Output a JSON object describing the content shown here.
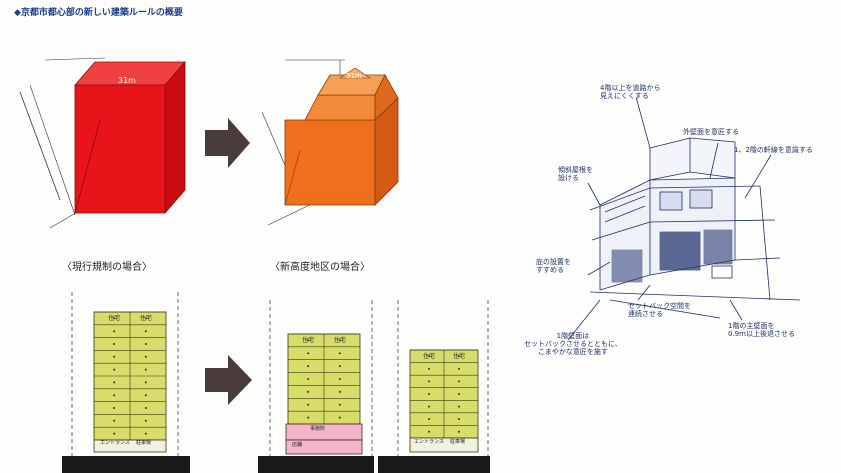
{
  "title": "◆京都市都心部の新しい建築ルールの概要",
  "captions": {
    "current": "〈現行規制の場合〉",
    "new": "〈新高度地区の場合〉"
  },
  "box_labels": {
    "current_height": "31m",
    "new_height": "31m"
  },
  "annotations": {
    "upper_floors": [
      "4階以上を道路から",
      "見えにくくする"
    ],
    "exterior_wall": "外壁面を意匠する",
    "eaves": "1、2階の軒線を意識する",
    "sloped_roof": [
      "傾斜屋根を",
      "設ける"
    ],
    "first_floor_wall": [
      "1階壁面は",
      "セットバックさせるとともに、",
      "こまやかな意匠を施す"
    ],
    "eaves_recommend": [
      "庇の設置を",
      "すすめる"
    ],
    "setback": [
      "セットバック空間を",
      "連続させる"
    ],
    "main_wall": [
      "1階の主壁面を",
      "0.9m以上後退させる"
    ]
  },
  "building_labels": {
    "unit": "住宅",
    "commercial": "事務所",
    "shop": "店舗",
    "entrance": "エントランス",
    "parking": "駐車場"
  },
  "colors": {
    "red_block": "#e8141a",
    "orange_block": "#f07722",
    "floor_fill": "#d8dc6a",
    "commercial_fill": "#f5b3cc",
    "arrow": "#4a3b3b",
    "ground": "#1a1a1a"
  }
}
